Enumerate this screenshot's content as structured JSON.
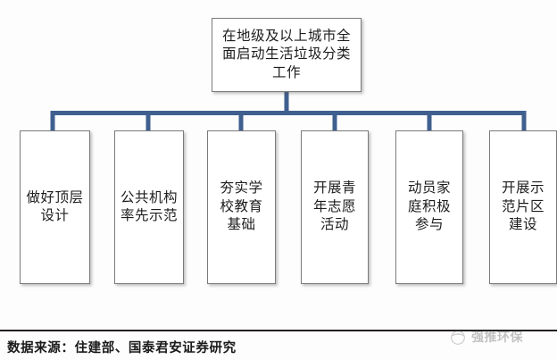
{
  "diagram": {
    "type": "org-chart",
    "orientation": "top-down",
    "root": {
      "id": "root",
      "label": "在地级及以上城市全面启动生活垃圾分类工作"
    },
    "children": [
      {
        "id": "child-0",
        "label": "做好顶层设计"
      },
      {
        "id": "child-1",
        "label": "公共机构率先示范"
      },
      {
        "id": "child-2",
        "label": "夯实学校教育基础"
      },
      {
        "id": "child-3",
        "label": "开展青年志愿活动"
      },
      {
        "id": "child-4",
        "label": "动员家庭积极参与"
      },
      {
        "id": "child-5",
        "label": "开展示范片区建设"
      }
    ]
  },
  "colors": {
    "connector": "#3f5f8f",
    "box_fill": "#ffffff",
    "box_border": "#7b7b7b",
    "text": "#1d1d1d",
    "divider": "#231f20",
    "page_background": "#fdfdfd"
  },
  "footer": {
    "source_text": "数据来源：住建部、国泰君安证券研究"
  },
  "watermark": {
    "text": "强推环保",
    "logo_icon": "circle-logo-icon"
  }
}
